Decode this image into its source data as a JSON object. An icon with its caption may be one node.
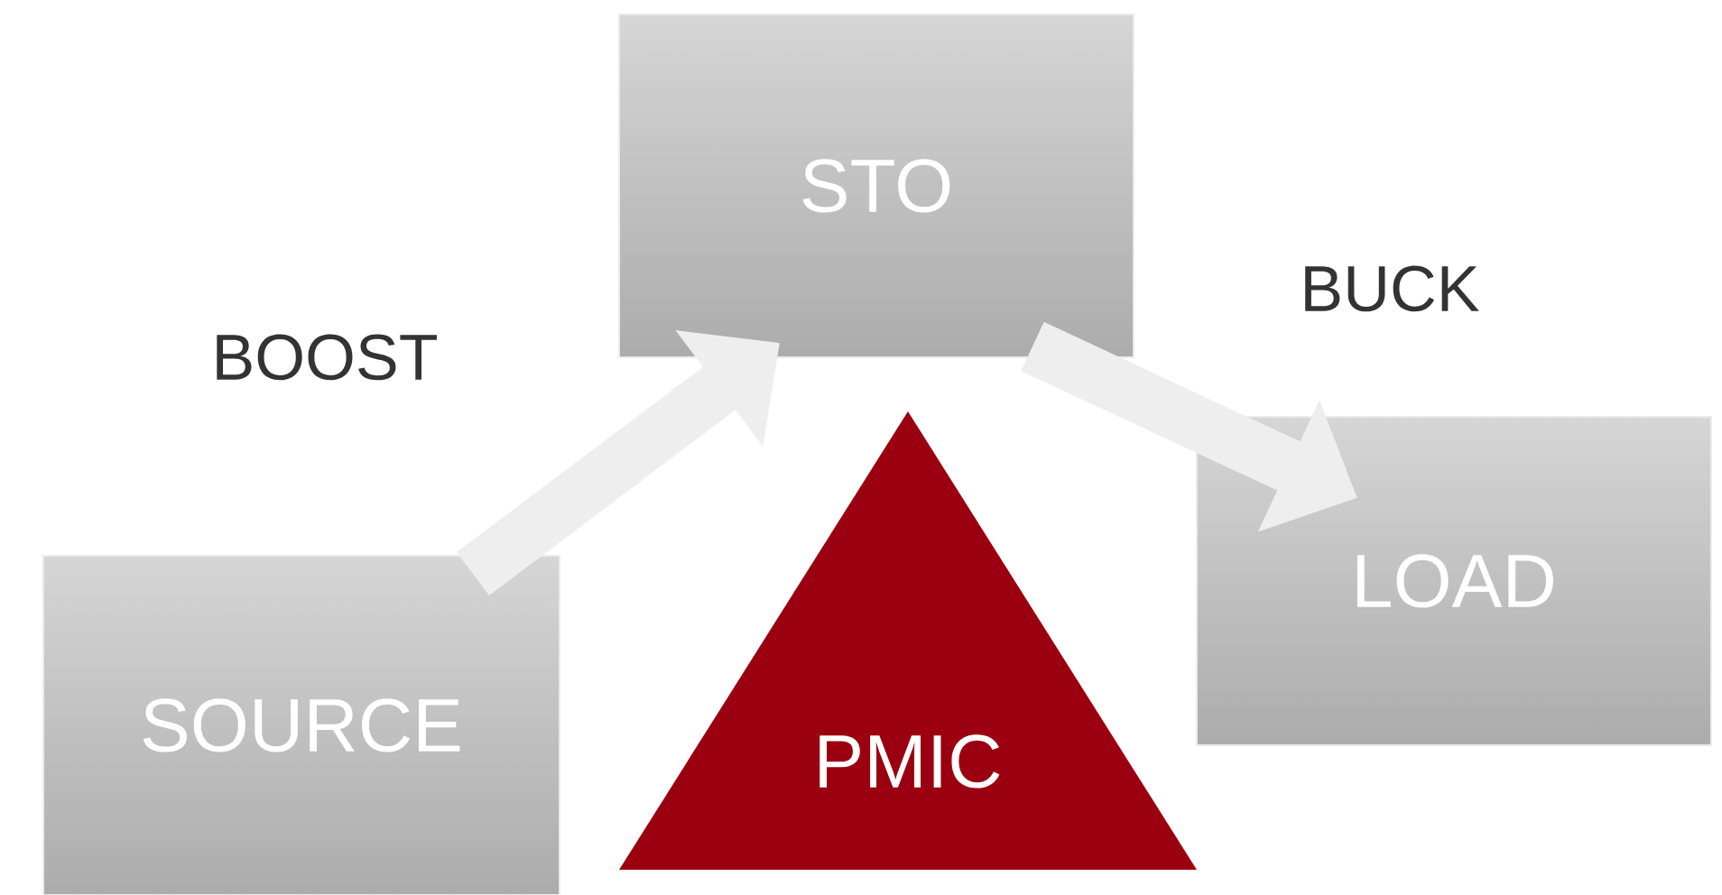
{
  "diagram": {
    "nodes": [
      {
        "text": [
          "SOURCE"
        ]
      },
      {
        "text": [
          "STO"
        ]
      },
      {
        "text": [
          "LOAD"
        ]
      },
      {
        "text": [
          "PMIC"
        ]
      }
    ],
    "edges": [
      {
        "from": 0,
        "to": 1,
        "arrow": "to",
        "label": "BOOST"
      },
      {
        "from": 1,
        "to": 2,
        "arrow": "to",
        "label": "BUCK"
      }
    ]
  }
}
